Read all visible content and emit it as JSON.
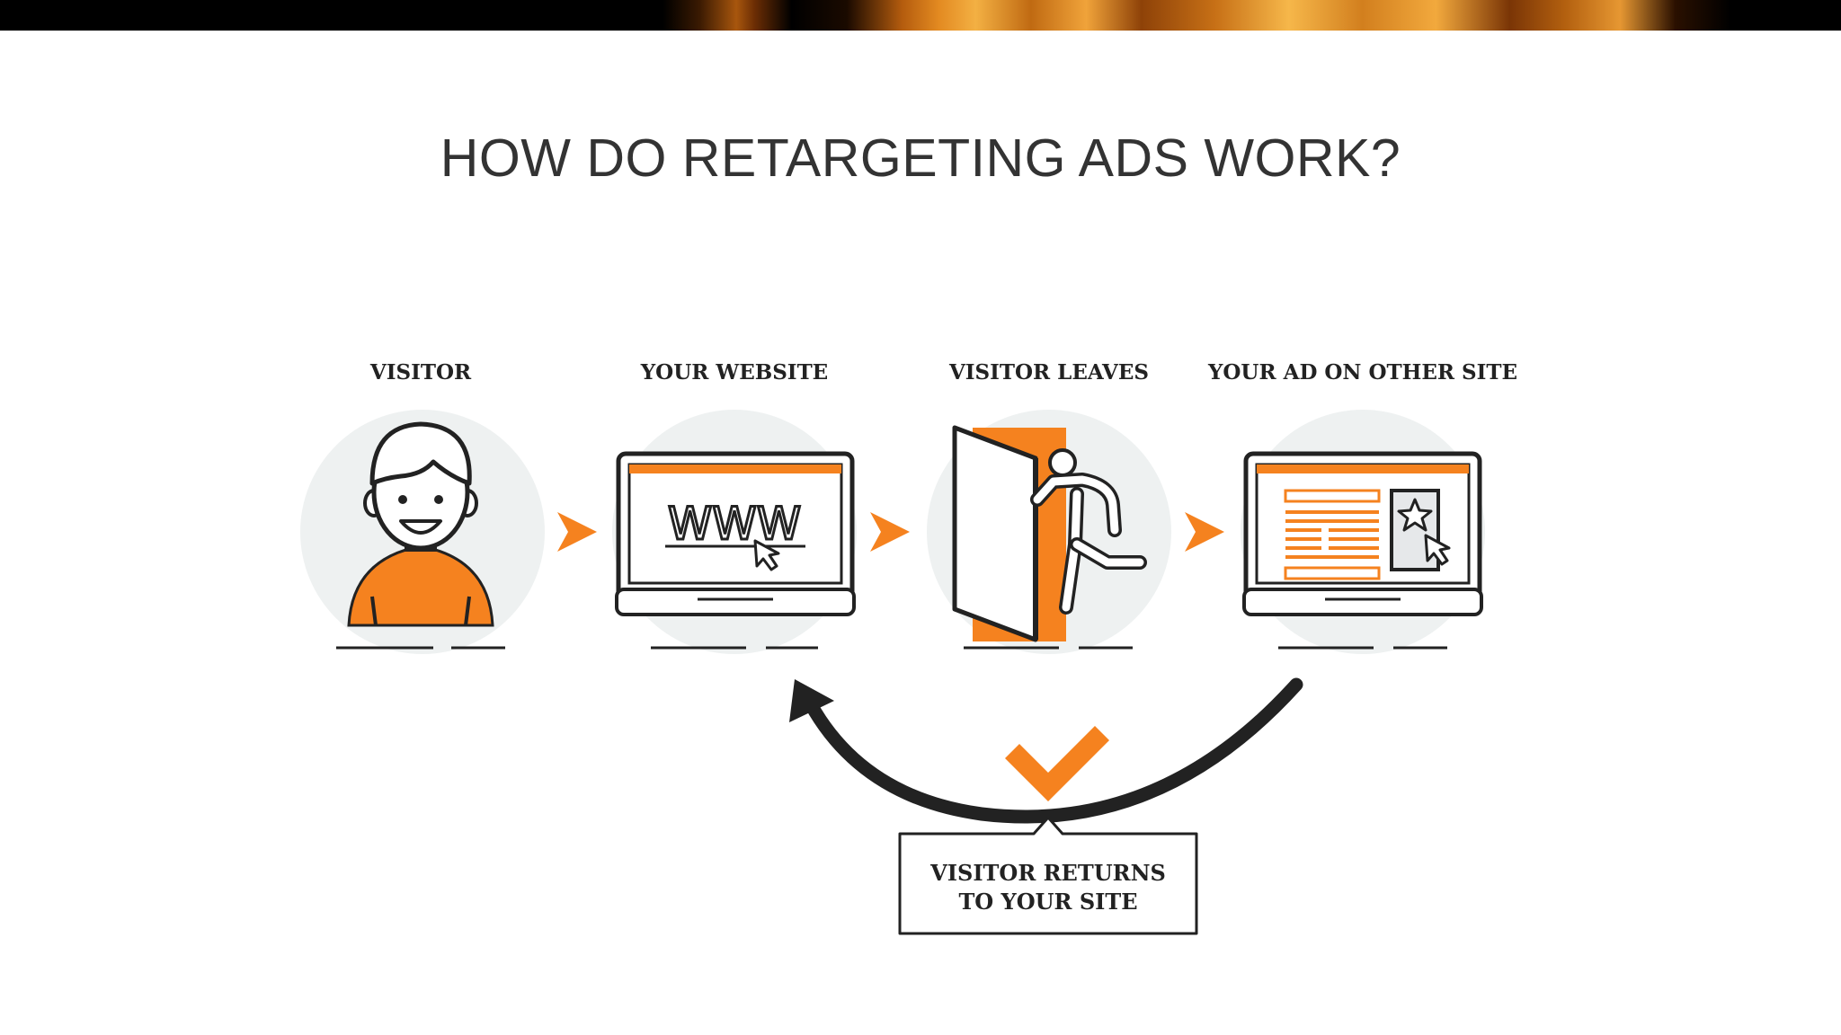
{
  "slide": {
    "title": "HOW DO RETARGETING ADS WORK?"
  },
  "steps": [
    {
      "label": "VISITOR",
      "icon": "person-icon"
    },
    {
      "label": "YOUR WEBSITE",
      "icon": "laptop-www-icon"
    },
    {
      "label": "VISITOR LEAVES",
      "icon": "exit-door-icon"
    },
    {
      "label": "YOUR AD ON OTHER SITE",
      "icon": "laptop-ad-icon"
    }
  ],
  "return_box": {
    "line1": "VISITOR RETURNS",
    "line2": "TO YOUR SITE"
  },
  "colors": {
    "accent": "#F5821F",
    "dark": "#222222",
    "circle_bg": "#EEF1F1"
  }
}
